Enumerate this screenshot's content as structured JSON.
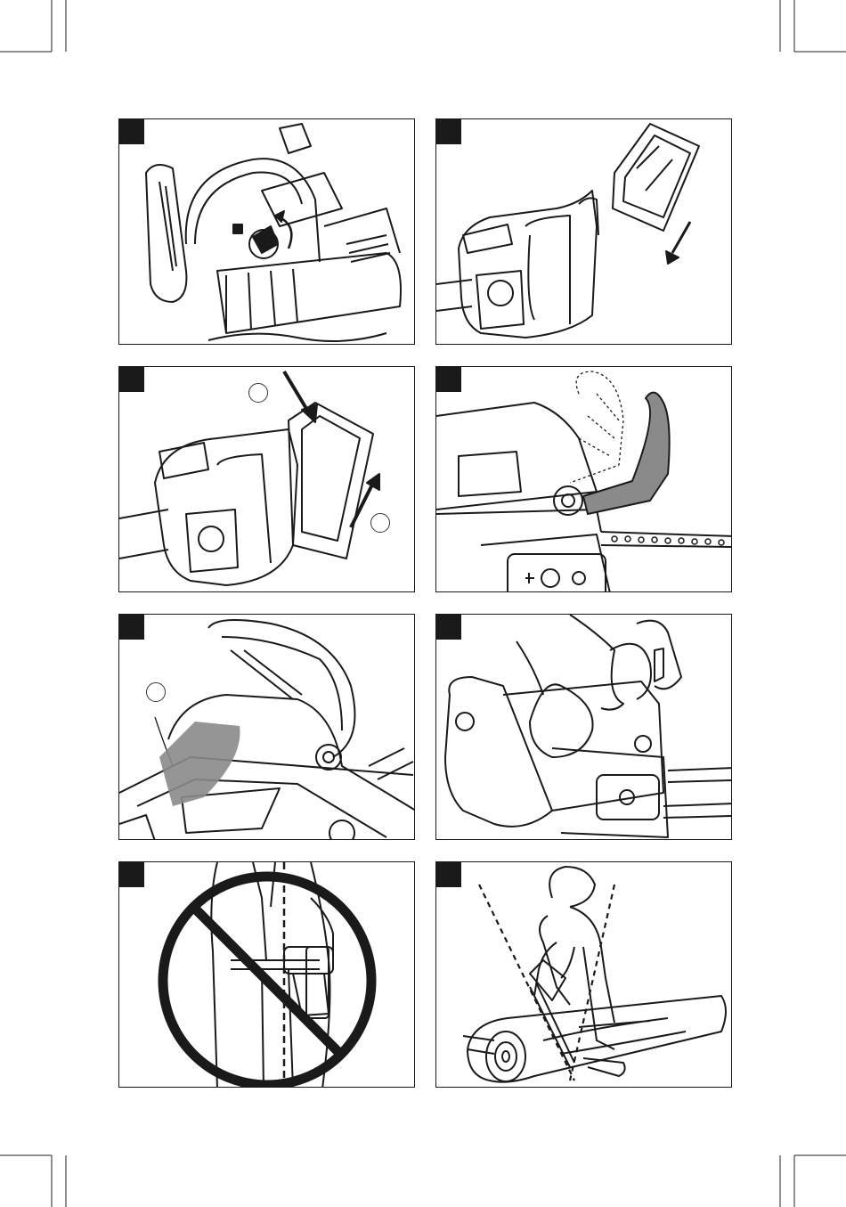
{
  "page": {
    "figures": [
      {
        "id": "1",
        "subject": "lock-knob-rotation"
      },
      {
        "id": "2",
        "subject": "battery-insertion-direction"
      },
      {
        "id": "3",
        "subject": "battery-slide-in-callouts"
      },
      {
        "id": "4",
        "subject": "chain-brake-guard"
      },
      {
        "id": "5",
        "subject": "rear-handle-grip-area"
      },
      {
        "id": "6",
        "subject": "two-hand-operation"
      },
      {
        "id": "7",
        "subject": "prohibited-body-position"
      },
      {
        "id": "8",
        "subject": "cutting-log-stance"
      }
    ],
    "colors": {
      "line": "#1a1a1a",
      "highlight_gray": "#8a8a8a",
      "tab_black": "#1a1a1a"
    }
  }
}
